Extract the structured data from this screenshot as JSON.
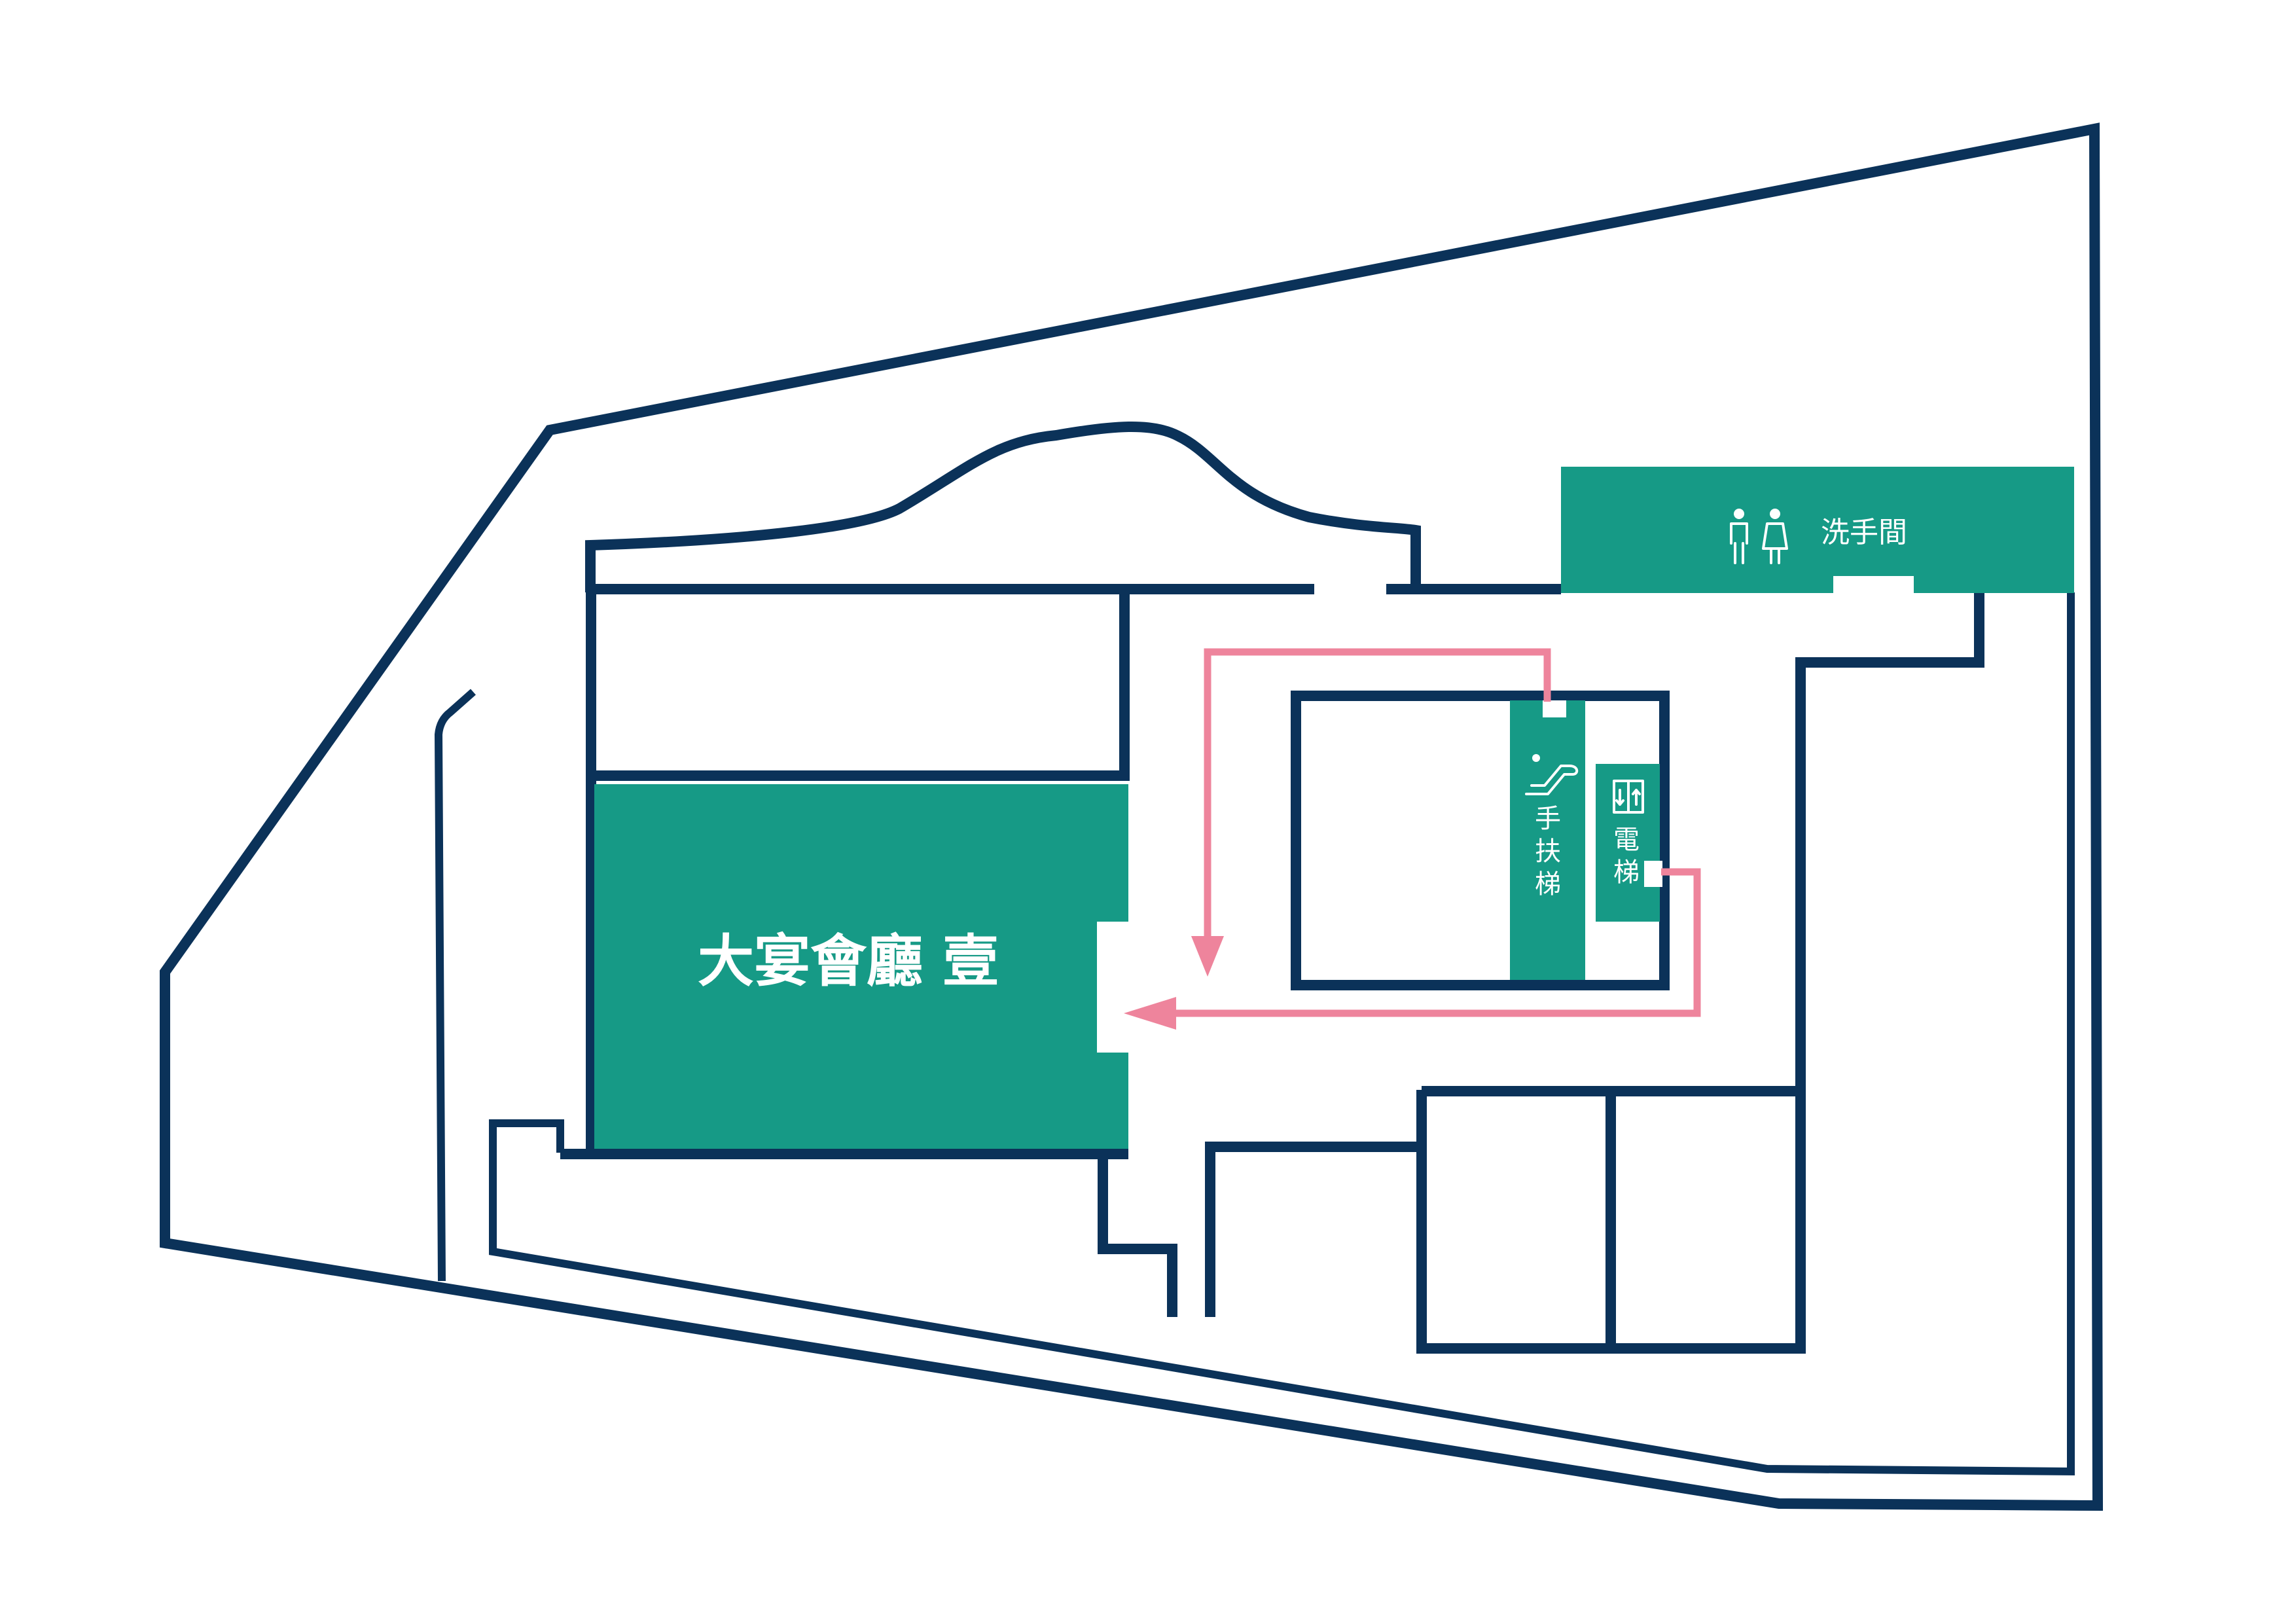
{
  "labels": {
    "banquet_hall": "大宴會廳 壹",
    "restroom": "洗手間",
    "escalator": [
      "手",
      "扶",
      "梯"
    ],
    "elevator": [
      "電",
      "梯"
    ]
  },
  "icons": {
    "restroom": "restroom-icon",
    "escalator": "escalator-icon",
    "elevator": "elevator-icon"
  },
  "colors": {
    "wall": "#0b3259",
    "room": "#169a86",
    "route": "#ee849c",
    "background": "#ffffff"
  }
}
